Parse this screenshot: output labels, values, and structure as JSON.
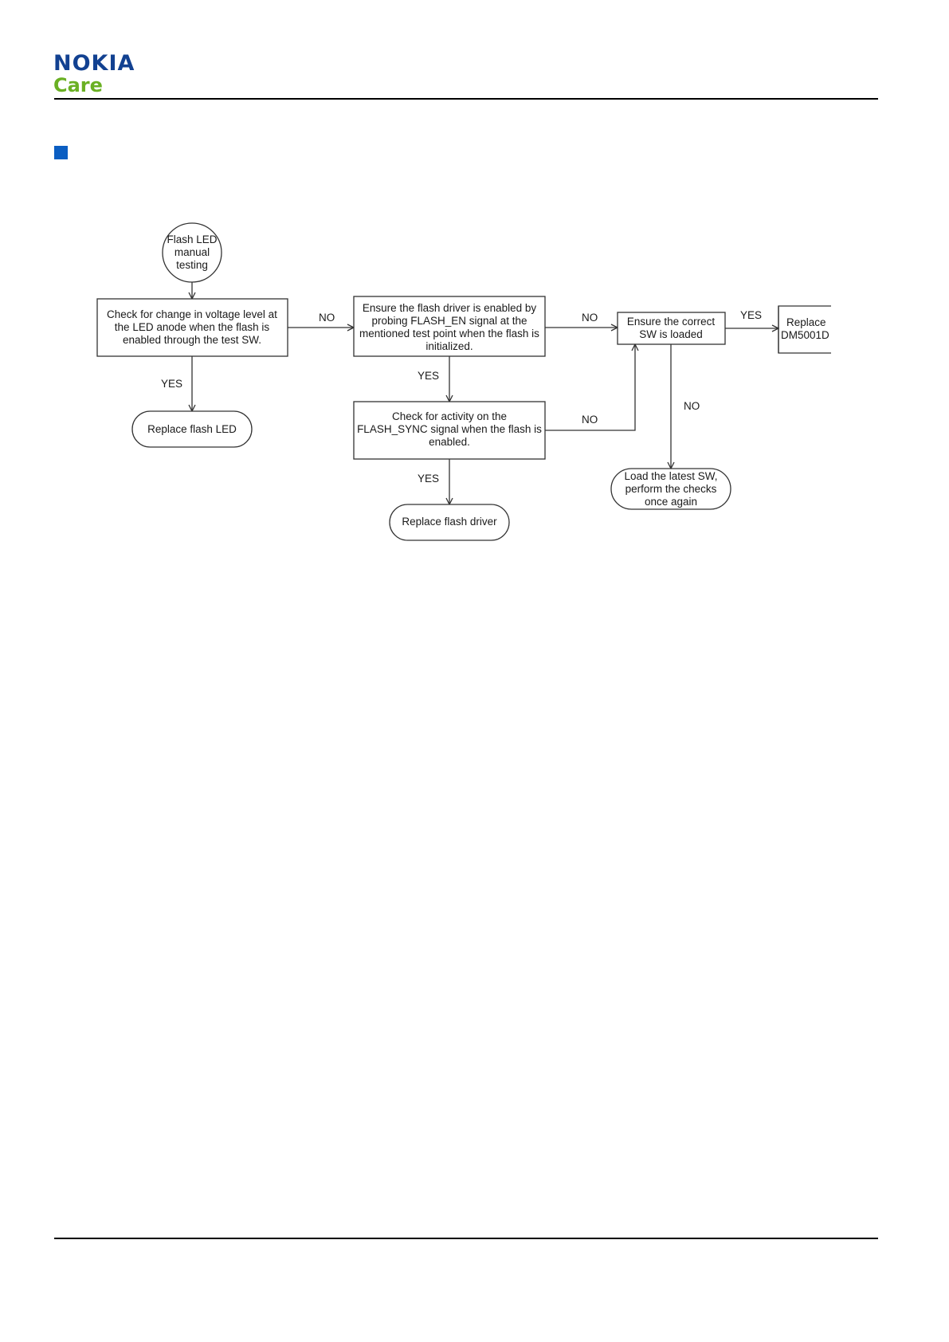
{
  "header": {
    "logo_top": "NOKIA",
    "logo_bottom": "Care",
    "brand_color": "#124191",
    "care_color": "#6ab023",
    "section_marker_color": "#0b5ec2"
  },
  "flowchart": {
    "start": [
      "Flash LED",
      "manual",
      "testing"
    ],
    "check_voltage": [
      "Check for change in voltage level at",
      "the LED anode when the flash is",
      "enabled through the test SW."
    ],
    "replace_led": "Replace flash LED",
    "ensure_driver": [
      "Ensure the flash driver is enabled by",
      "probing FLASH_EN signal at the",
      "mentioned test point when the flash is",
      "initialized."
    ],
    "check_sync": [
      "Check for activity on the",
      "FLASH_SYNC signal when the flash is",
      "enabled."
    ],
    "replace_driver": "Replace flash driver",
    "ensure_sw": [
      "Ensure the correct",
      "SW is loaded"
    ],
    "replace_dm": [
      "Replace",
      "DM5001D"
    ],
    "load_sw": [
      "Load the latest SW,",
      "perform the checks",
      "once again"
    ],
    "labels": {
      "no_1": "NO",
      "yes_1": "YES",
      "no_2": "NO",
      "yes_2": "YES",
      "no_3": "NO",
      "yes_3": "YES",
      "yes_4": "YES",
      "no_4": "NO"
    }
  }
}
